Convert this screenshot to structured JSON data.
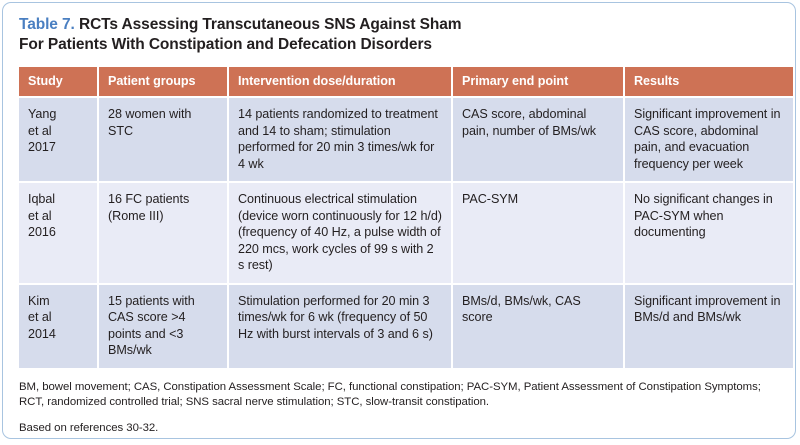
{
  "title": {
    "label": "Table 7.",
    "line1": "RCTs Assessing Transcutaneous SNS Against Sham",
    "line2": "For Patients With Constipation and Defecation Disorders"
  },
  "colors": {
    "header_background": "#ce7255",
    "header_text": "#ffffff",
    "row_shade": "#d6dcec",
    "row_light": "#e9ebf6",
    "label_accent": "#4a7fc1",
    "card_border": "#a8c4e0",
    "body_text": "#231f20"
  },
  "table": {
    "columns": [
      "Study",
      "Patient groups",
      "Intervention dose/duration",
      "Primary end point",
      "Results"
    ],
    "rows": [
      {
        "study": "Yang\net al\n2017",
        "patient_groups": "28 women with STC",
        "intervention": "14 patients randomized to treatment and 14 to sham; stimulation performed for 20 min 3 times/wk for 4 wk",
        "end_point": "CAS score, abdominal pain, number of BMs/wk",
        "results": "Significant improvement in CAS score, abdominal pain, and evacuation frequency per week"
      },
      {
        "study": "Iqbal\net al\n2016",
        "patient_groups": "16 FC patients (Rome III)",
        "intervention": "Continuous electrical stimulation (device worn continuously for 12 h/d) (frequency of 40 Hz, a pulse width of 220 mcs, work cycles of 99 s with 2 s rest)",
        "end_point": "PAC-SYM",
        "results": "No significant changes in PAC-SYM when documenting"
      },
      {
        "study": "Kim\net al\n2014",
        "patient_groups": "15 patients with CAS score >4 points and <3 BMs/wk",
        "intervention": "Stimulation performed for 20 min 3 times/wk for 6 wk (frequency of 50 Hz with burst intervals of 3 and 6 s)",
        "end_point": "BMs/d, BMs/wk, CAS score",
        "results": "Significant improvement in BMs/d and BMs/wk"
      }
    ]
  },
  "footnotes": {
    "abbreviations": "BM, bowel movement; CAS, Constipation Assessment Scale; FC, functional constipation; PAC-SYM, Patient Assessment of Constipation Symptoms; RCT, randomized controlled trial; SNS sacral nerve stimulation; STC, slow-transit constipation.",
    "source": "Based on references 30-32."
  }
}
